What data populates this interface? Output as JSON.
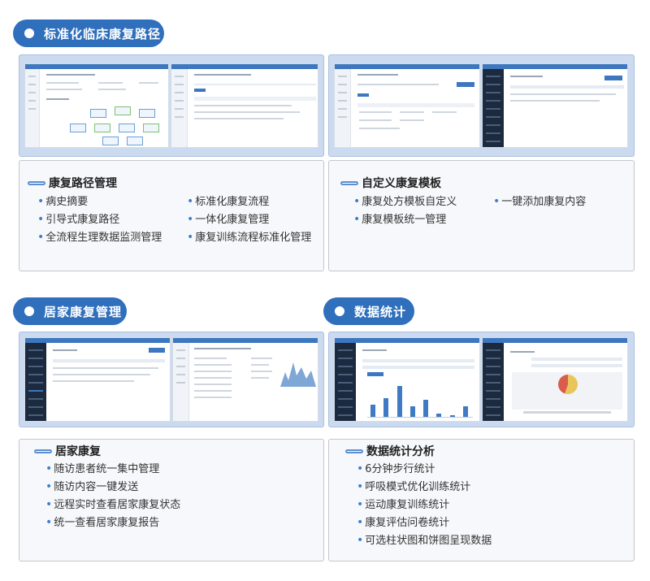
{
  "sections": {
    "pathway": {
      "title": "标准化临床康复路径"
    },
    "home": {
      "title": "居家康复管理"
    },
    "stats": {
      "title": "数据统计"
    }
  },
  "cards": {
    "path_mgmt": {
      "title": "康复路径管理",
      "items": [
        "病史摘要",
        "标准化康复流程",
        "引导式康复路径",
        "一体化康复管理",
        "全流程生理数据监测管理",
        "康复训练流程标准化管理"
      ]
    },
    "template": {
      "title": "自定义康复模板",
      "items": [
        "康复处方模板自定义",
        "一键添加康复内容",
        "康复模板统一管理"
      ]
    },
    "home_rehab": {
      "title": "居家康复",
      "items": [
        "随访患者统一集中管理",
        "随访内容一键发送",
        "远程实时查看居家康复状态",
        "统一查看居家康复报告"
      ]
    },
    "stats_analysis": {
      "title": "数据统计分析",
      "items": [
        "6分钟步行统计",
        "呼吸模式优化训练统计",
        "运动康复训练统计",
        "康复评估问卷统计",
        "可选柱状图和饼图呈现数据"
      ]
    }
  },
  "colors": {
    "accent": "#2f6fbc",
    "frame": "#ccdaf0",
    "sidebar": "#1b2a3f",
    "bullet": "#3e7ed0"
  },
  "screenshots": {
    "bar_chart_values": [
      0.35,
      0.55,
      0.9,
      0.3,
      0.5,
      0.1,
      0.05,
      0.32
    ],
    "pie_shares": [
      0.55,
      0.45
    ],
    "pie_colors": [
      "#e8c65a",
      "#d95c4d"
    ]
  }
}
